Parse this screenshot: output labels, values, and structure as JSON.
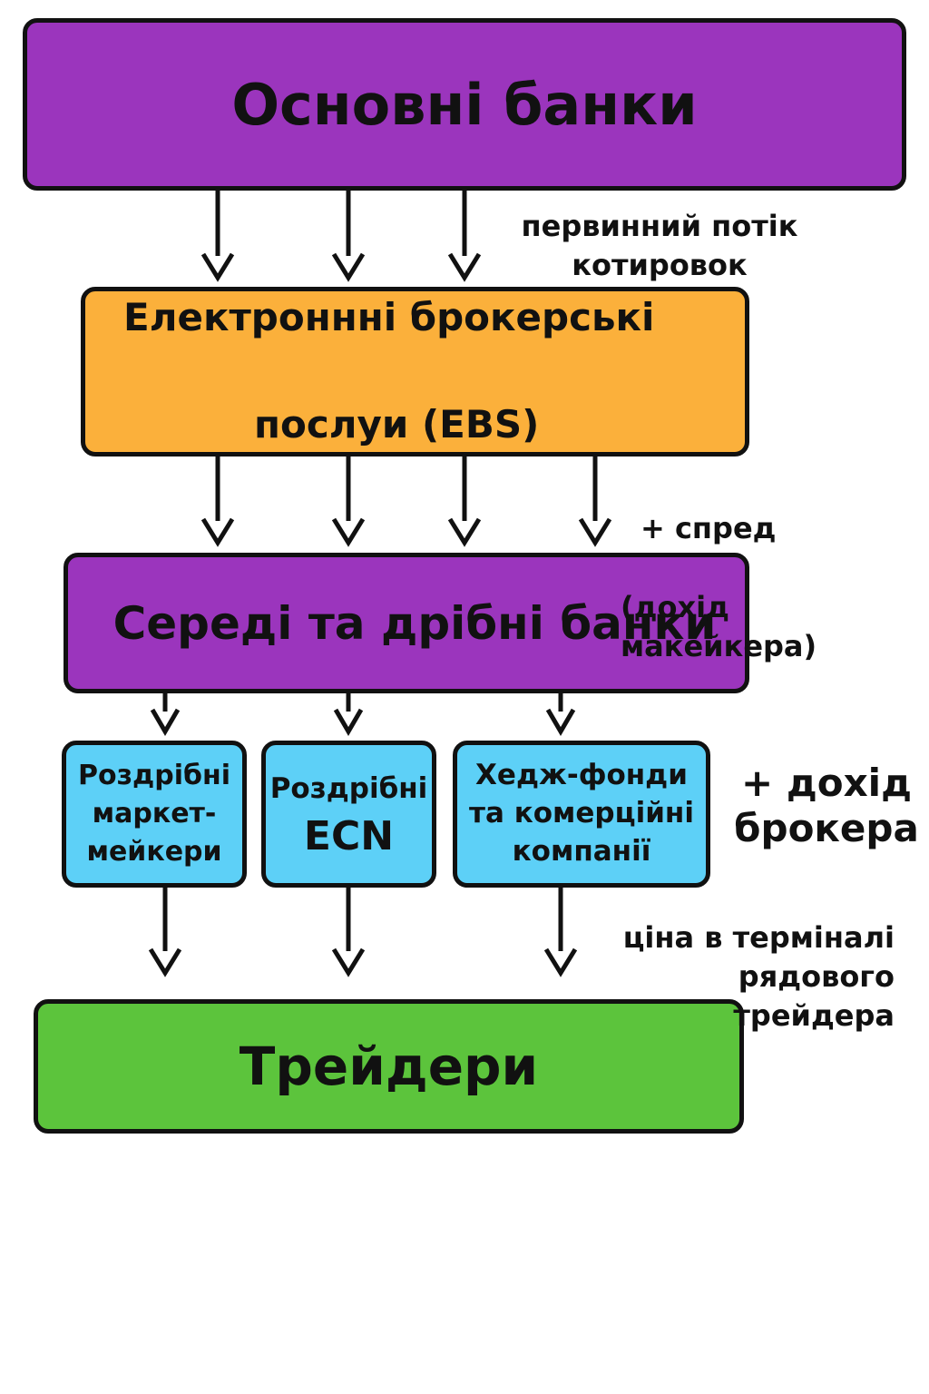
{
  "colors": {
    "purple": "#9b35bd",
    "orange": "#fbb03b",
    "light_blue": "#5dd0f7",
    "green": "#5cc43c",
    "border": "#111111",
    "arrow": "#111111",
    "background": "#ffffff"
  },
  "boxes": {
    "main_banks": {
      "label": "Основні банки",
      "color": "purple"
    },
    "ebs": {
      "line1": "Електроннні брокерські",
      "line2": "послуи (EBS)",
      "color": "orange"
    },
    "medium_banks": {
      "label": "Середі та дрібні банки",
      "color": "purple"
    },
    "retail_market_makers": {
      "label": "Роздрібні\nмаркет-\nмейкери",
      "color": "light_blue"
    },
    "retail_ecn": {
      "line1": "Роздрібні",
      "line2": "ECN",
      "color": "light_blue"
    },
    "hedge_funds": {
      "label": "Хедж-фонди\nта комерційні\nкомпанії",
      "color": "light_blue"
    },
    "traders": {
      "label": "Трейдери",
      "color": "green"
    }
  },
  "annotations": {
    "primary_flow": "первинний потік\nкотировок",
    "spread_line1": "+ спред",
    "spread_line2": "(дохід макейкера)",
    "broker_income": "+ дохід\nброкера",
    "terminal_price": "ціна в терміналі\nрядового трейдера"
  },
  "edges": [
    {
      "from": "main_banks",
      "to": "ebs"
    },
    {
      "from": "main_banks",
      "to": "ebs"
    },
    {
      "from": "main_banks",
      "to": "ebs"
    },
    {
      "from": "ebs",
      "to": "medium_banks"
    },
    {
      "from": "ebs",
      "to": "medium_banks"
    },
    {
      "from": "ebs",
      "to": "medium_banks"
    },
    {
      "from": "ebs",
      "to": "medium_banks"
    },
    {
      "from": "medium_banks",
      "to": "retail_market_makers"
    },
    {
      "from": "medium_banks",
      "to": "retail_ecn"
    },
    {
      "from": "medium_banks",
      "to": "hedge_funds"
    },
    {
      "from": "retail_market_makers",
      "to": "traders"
    },
    {
      "from": "retail_ecn",
      "to": "traders"
    },
    {
      "from": "hedge_funds",
      "to": "traders"
    }
  ]
}
